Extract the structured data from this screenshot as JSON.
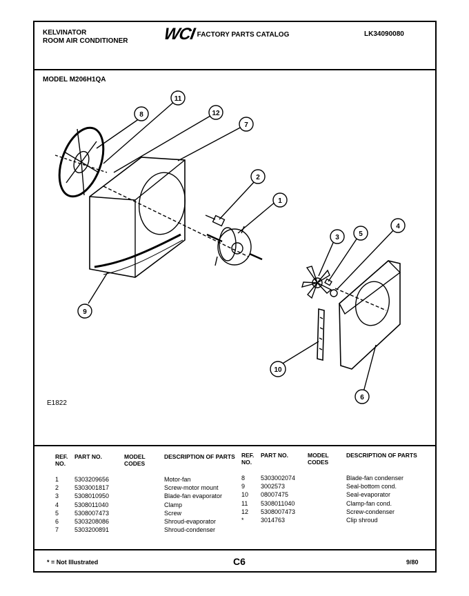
{
  "header": {
    "brand_line1": "KELVINATOR",
    "brand_line2": "ROOM AIR CONDITIONER",
    "logo_text": "WCI",
    "catalog_title": "FACTORY PARTS CATALOG",
    "catalog_number": "LK34090080"
  },
  "model_label": "MODEL M206H1QA",
  "diagram": {
    "figure_code": "E1822",
    "callouts": [
      "8",
      "11",
      "12",
      "7",
      "2",
      "1",
      "3",
      "5",
      "4",
      "9",
      "10",
      "6"
    ]
  },
  "table": {
    "headers": {
      "ref_no": "REF. NO.",
      "part_no": "PART NO.",
      "model_codes": "MODEL CODES",
      "description": "DESCRIPTION OF PARTS"
    },
    "left_rows": [
      {
        "ref": "1",
        "part": "5303209656",
        "codes": "",
        "desc": "Motor-fan"
      },
      {
        "ref": "2",
        "part": "5303001817",
        "codes": "",
        "desc": "Screw-motor mount"
      },
      {
        "ref": "3",
        "part": "5308010950",
        "codes": "",
        "desc": "Blade-fan evaporator"
      },
      {
        "ref": "4",
        "part": "5308011040",
        "codes": "",
        "desc": "Clamp"
      },
      {
        "ref": "5",
        "part": "5308007473",
        "codes": "",
        "desc": "Screw"
      },
      {
        "ref": "6",
        "part": "5303208086",
        "codes": "",
        "desc": "Shroud-evaporator"
      },
      {
        "ref": "7",
        "part": "5303200891",
        "codes": "",
        "desc": "Shroud-condenser"
      }
    ],
    "right_rows": [
      {
        "ref": "8",
        "part": "5303002074",
        "codes": "",
        "desc": "Blade-fan condenser"
      },
      {
        "ref": "9",
        "part": "3002573",
        "codes": "",
        "desc": "Seal-bottom cond."
      },
      {
        "ref": "10",
        "part": "08007475",
        "codes": "",
        "desc": "Seal-evaporator"
      },
      {
        "ref": "11",
        "part": "5308011040",
        "codes": "",
        "desc": "Clamp-fan cond."
      },
      {
        "ref": "12",
        "part": "5308007473",
        "codes": "",
        "desc": "Screw-condenser"
      },
      {
        "ref": "*",
        "part": "3014763",
        "codes": "",
        "desc": "Clip shroud"
      }
    ]
  },
  "footer": {
    "note": "* = Not Illustrated",
    "page": "C6",
    "date": "9/80"
  }
}
